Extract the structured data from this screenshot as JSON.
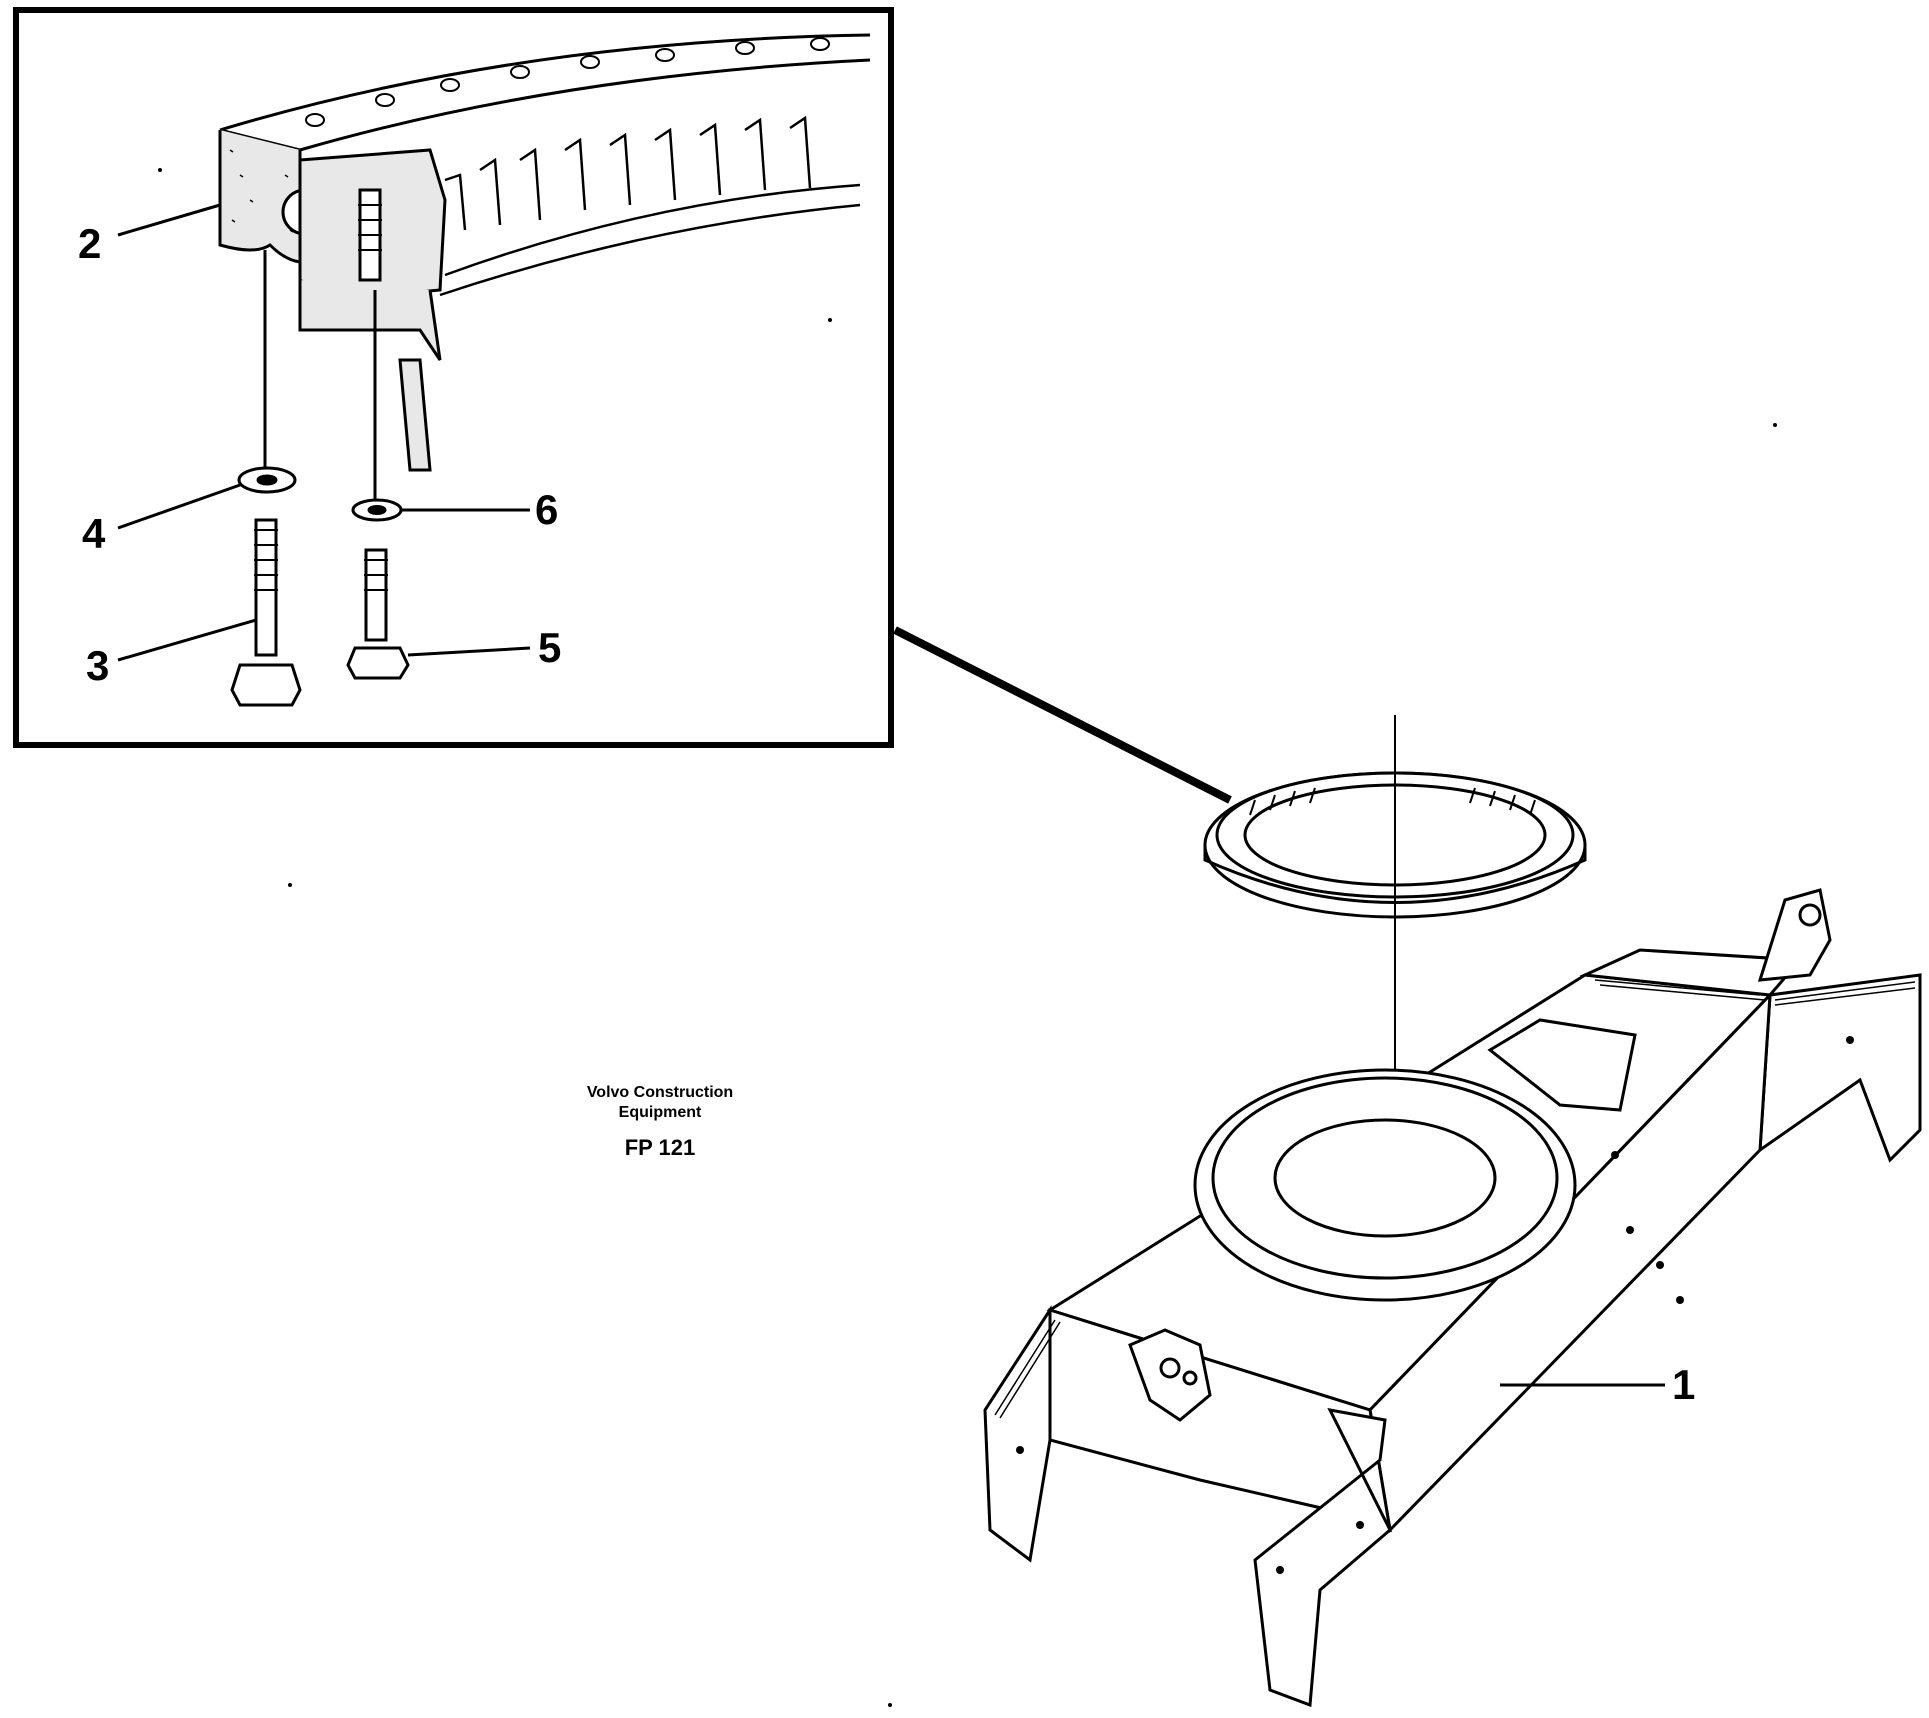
{
  "callouts": [
    "1",
    "2",
    "3",
    "4",
    "5",
    "6"
  ],
  "caption": {
    "line1": "Volvo Construction",
    "line2": "Equipment",
    "code": "FP 121"
  }
}
